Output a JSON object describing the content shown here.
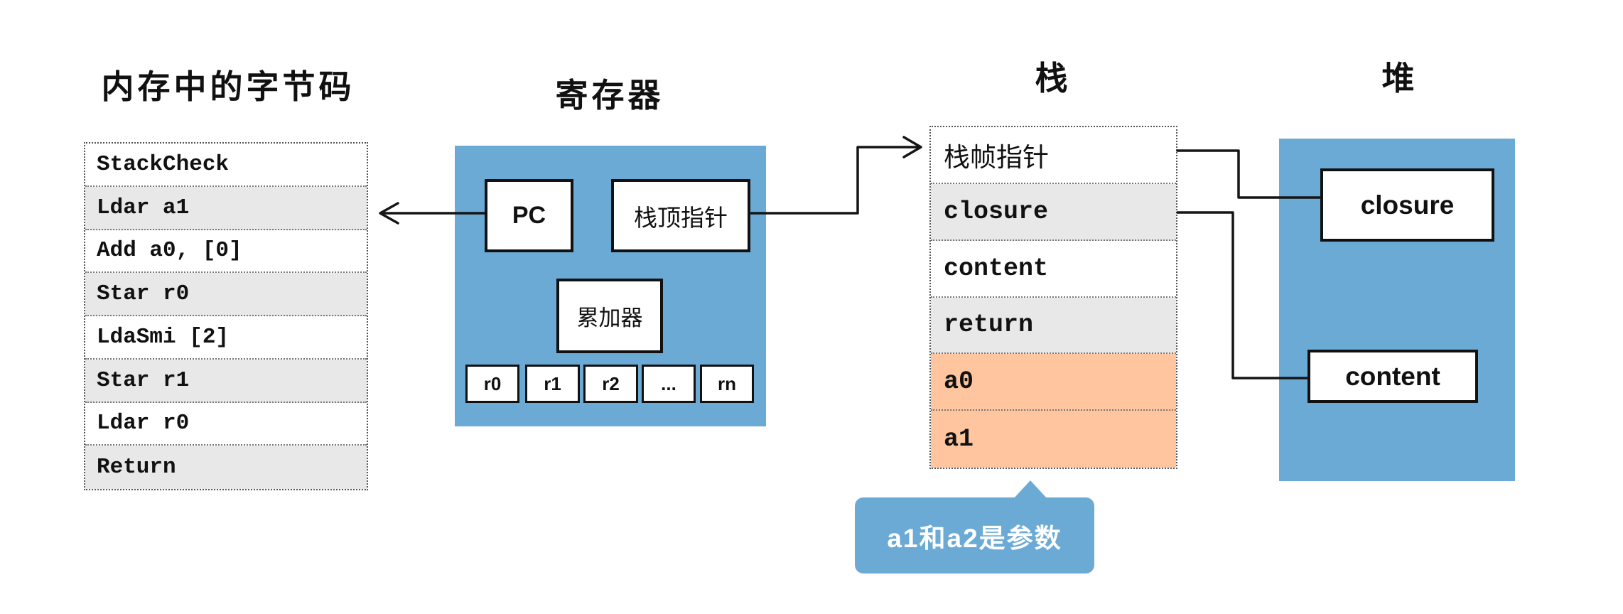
{
  "bytecode": {
    "title": "内存中的字节码",
    "rows": [
      {
        "label": "StackCheck",
        "shade": "white"
      },
      {
        "label": "Ldar a1",
        "shade": "gray"
      },
      {
        "label": "Add a0, [0]",
        "shade": "white"
      },
      {
        "label": "Star r0",
        "shade": "gray"
      },
      {
        "label": "LdaSmi [2]",
        "shade": "white"
      },
      {
        "label": "Star r1",
        "shade": "gray"
      },
      {
        "label": "Ldar r0",
        "shade": "white"
      },
      {
        "label": "Return",
        "shade": "gray"
      }
    ]
  },
  "registers": {
    "title": "寄存器",
    "pc_label": "PC",
    "stack_top_pointer_label": "栈顶指针",
    "accumulator_label": "累加器",
    "general_registers": [
      "r0",
      "r1",
      "r2",
      "...",
      "rn"
    ]
  },
  "stack": {
    "title": "栈",
    "rows": [
      {
        "label": "栈帧指针",
        "shade": "white"
      },
      {
        "label": "closure",
        "shade": "gray"
      },
      {
        "label": "content",
        "shade": "white"
      },
      {
        "label": "return",
        "shade": "gray"
      },
      {
        "label": "a0",
        "shade": "orange"
      },
      {
        "label": "a1",
        "shade": "orange"
      }
    ]
  },
  "heap": {
    "title": "堆",
    "closure_label": "closure",
    "content_label": "content"
  },
  "callout": {
    "text": "a1和a2是参数"
  },
  "colors": {
    "box_blue": "#6caad6",
    "row_gray": "#e8e8e9",
    "row_orange": "#ffc59e",
    "line_black": "#151515"
  }
}
